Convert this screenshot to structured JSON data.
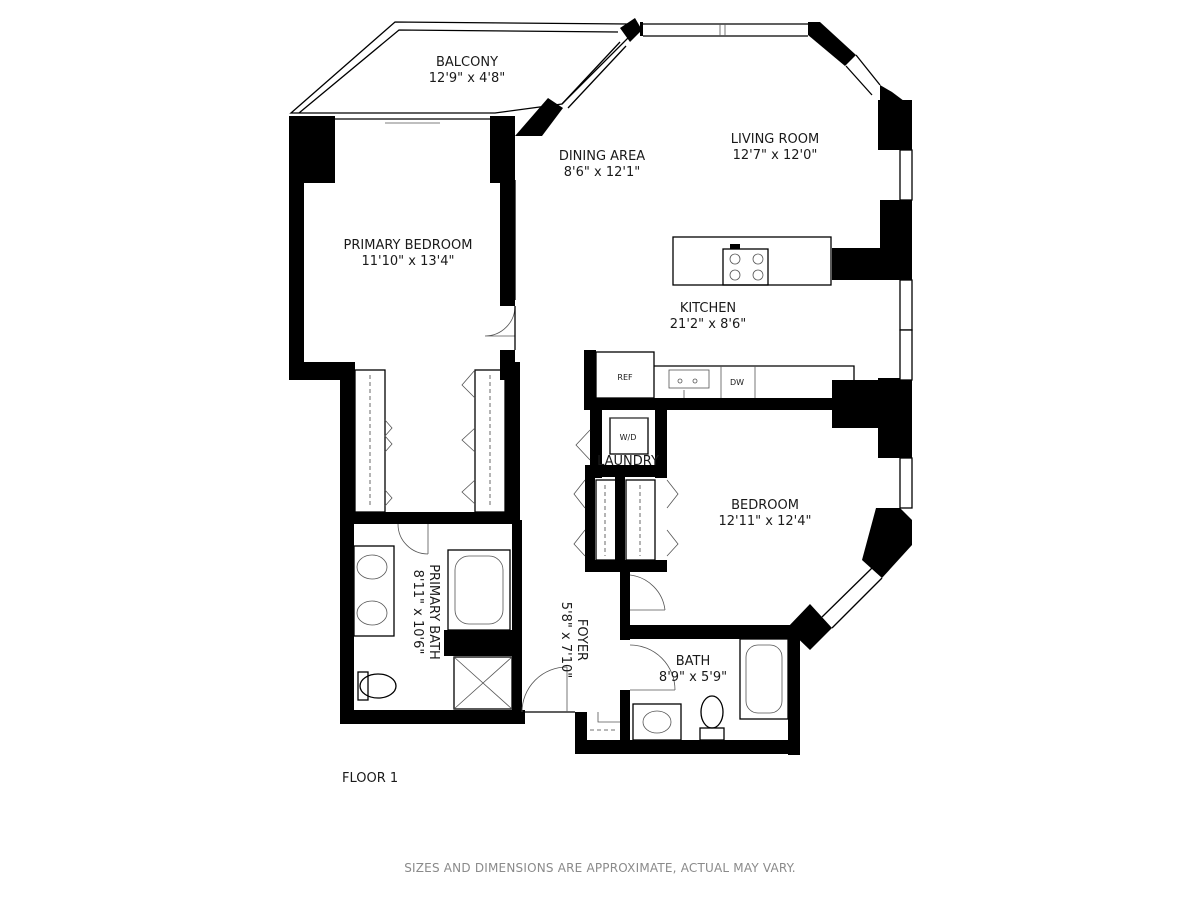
{
  "rooms": {
    "balcony": {
      "name": "BALCONY",
      "dims": "12'9\" x 4'8\""
    },
    "dining": {
      "name": "DINING AREA",
      "dims": "8'6\" x 12'1\""
    },
    "living": {
      "name": "LIVING ROOM",
      "dims": "12'7\" x 12'0\""
    },
    "primary_bedroom": {
      "name": "PRIMARY BEDROOM",
      "dims": "11'10\" x 13'4\""
    },
    "kitchen": {
      "name": "KITCHEN",
      "dims": "21'2\" x 8'6\""
    },
    "laundry": {
      "name": "LAUNDRY"
    },
    "bedroom": {
      "name": "BEDROOM",
      "dims": "12'11\" x 12'4\""
    },
    "primary_bath": {
      "name": "PRIMARY BATH",
      "dims": "8'11\" x 10'6\""
    },
    "foyer": {
      "name": "FOYER",
      "dims": "5'8\" x 7'10\""
    },
    "bath": {
      "name": "BATH",
      "dims": "8'9\" x 5'9\""
    }
  },
  "fixtures": {
    "ref": "REF",
    "dw": "DW",
    "wd": "W/D"
  },
  "floor_label": "FLOOR 1",
  "disclaimer": "SIZES AND DIMENSIONS ARE APPROXIMATE, ACTUAL MAY VARY."
}
